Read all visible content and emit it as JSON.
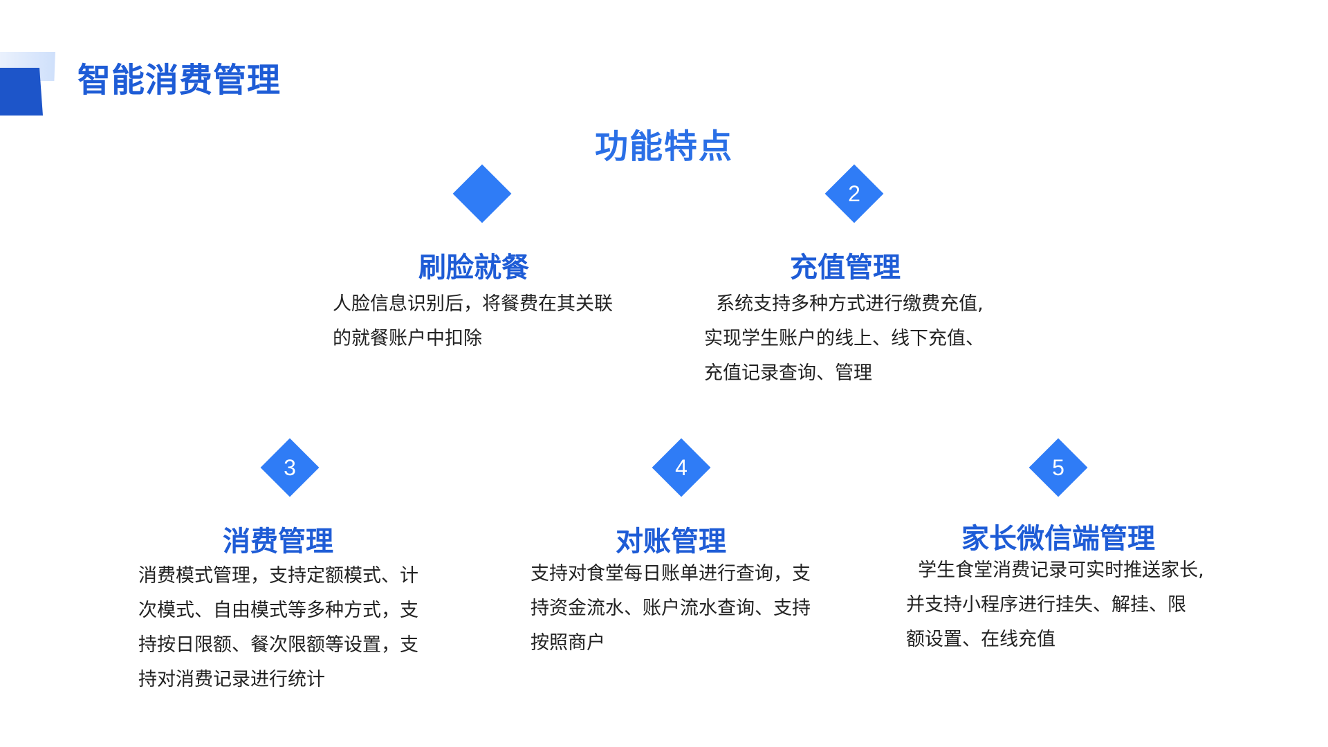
{
  "header": {
    "title": "智能消费管理"
  },
  "section": {
    "title": "功能特点"
  },
  "features": [
    {
      "number": "",
      "title": "刷脸就餐",
      "description": "人脸信息识别后，将餐费在其关联\n的就餐账户中扣除"
    },
    {
      "number": "2",
      "title": "充值管理",
      "description": "  系统支持多种方式进行缴费充值,\n实现学生账户的线上、线下充值、\n充值记录查询、管理"
    },
    {
      "number": "3",
      "title": "消费管理",
      "description": "消费模式管理，支持定额模式、计\n次模式、自由模式等多种方式，支\n持按日限额、餐次限额等设置，支\n持对消费记录进行统计"
    },
    {
      "number": "4",
      "title": "对账管理",
      "description": "支持对食堂每日账单进行查询，支\n持资金流水、账户流水查询、支持\n按照商户"
    },
    {
      "number": "5",
      "title": "家长微信端管理",
      "description": "  学生食堂消费记录可实时推送家长,\n并支持小程序进行挂失、解挂、限\n额设置、在线充值"
    }
  ],
  "colors": {
    "primary": "#1e5cd6",
    "accent": "#2f7cf6",
    "text": "#222222"
  }
}
